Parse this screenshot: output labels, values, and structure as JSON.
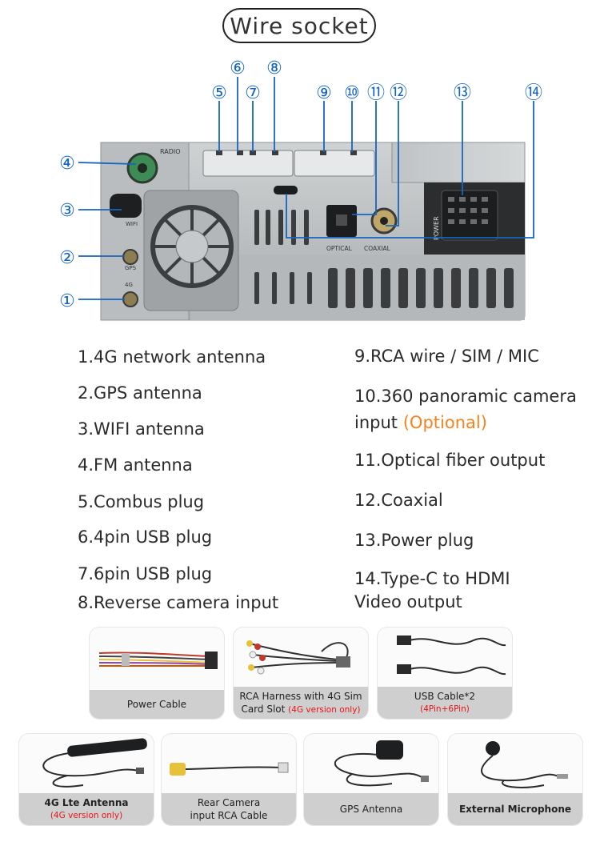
{
  "title": "Wire socket",
  "device_labels": {
    "radio": "RADIO",
    "wifi": "WIFI",
    "gps": "GPS",
    "lte": "4G",
    "optical": "OPTICAL",
    "coaxial": "COAXIAL",
    "power": "POWER"
  },
  "callouts": [
    "①",
    "②",
    "③",
    "④",
    "⑤",
    "⑥",
    "⑦",
    "⑧",
    "⑨",
    "⑩",
    "⑪",
    "⑫",
    "⑬",
    "⑭"
  ],
  "specs_left": [
    "1.4G network antenna",
    "2.GPS antenna",
    "3.WIFI antenna",
    "4.FM antenna",
    "5.Combus plug",
    "6.4pin USB plug",
    "7.6pin USB plug",
    "8.Reverse camera input"
  ],
  "specs_right": {
    "s9": "9.RCA wire / SIM / MIC",
    "s10_line1": "10.360 panoramic camera",
    "s10_line2": "input",
    "s10_optional": "(Optional)",
    "s11": "11.Optical fiber output",
    "s12": "12.Coaxial",
    "s13": "13.Power plug",
    "s14_line1": "14.Type-C to HDMI",
    "s14_line2": "Video output"
  },
  "accessories": {
    "power_cable": {
      "label": "Power Cable"
    },
    "rca_harness": {
      "label_line1": "RCA Harness with 4G Sim",
      "label_line2": "Card Slot",
      "note": "(4G version only)"
    },
    "usb_cable": {
      "label": "USB Cable*2",
      "note": "(4Pin+6Pin)"
    },
    "lte_antenna": {
      "label": "4G Lte Antenna",
      "note": "(4G version only)"
    },
    "rear_camera": {
      "label_line1": "Rear Camera",
      "label_line2": "input RCA Cable"
    },
    "gps_antenna": {
      "label": "GPS Antenna"
    },
    "microphone": {
      "label": "External Microphone"
    }
  },
  "colors": {
    "callout_blue": "#1565c0",
    "optional_orange": "#f5821f",
    "note_red": "#e8141a"
  }
}
